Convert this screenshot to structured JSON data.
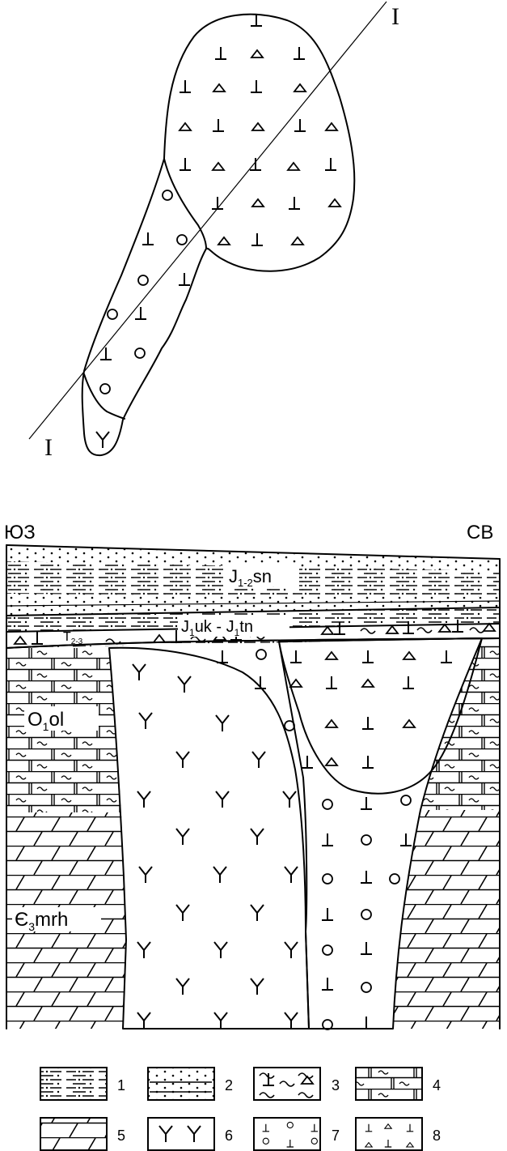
{
  "plan": {
    "section_line_label_top": "I",
    "section_line_label_bottom": "I"
  },
  "section": {
    "left_label": "ЮЗ",
    "right_label": "СВ",
    "units": {
      "jsn": "J",
      "jsn_sub": "1-2",
      "jsn_rest": "sn",
      "juk": "J",
      "juk_sub": "1",
      "juk_rest": "uk - J",
      "jtn_sub": "1",
      "jtn_rest": "tn",
      "t": "T",
      "t_sub": "2-3",
      "ool": "O",
      "ool_sub": "1",
      "ool_rest": "ol",
      "cmrh": "Є",
      "cmrh_sub": "3",
      "cmrh_rest": "mrh"
    }
  },
  "legend": {
    "items": [
      "1",
      "2",
      "3",
      "4",
      "5",
      "6",
      "7",
      "8"
    ]
  }
}
